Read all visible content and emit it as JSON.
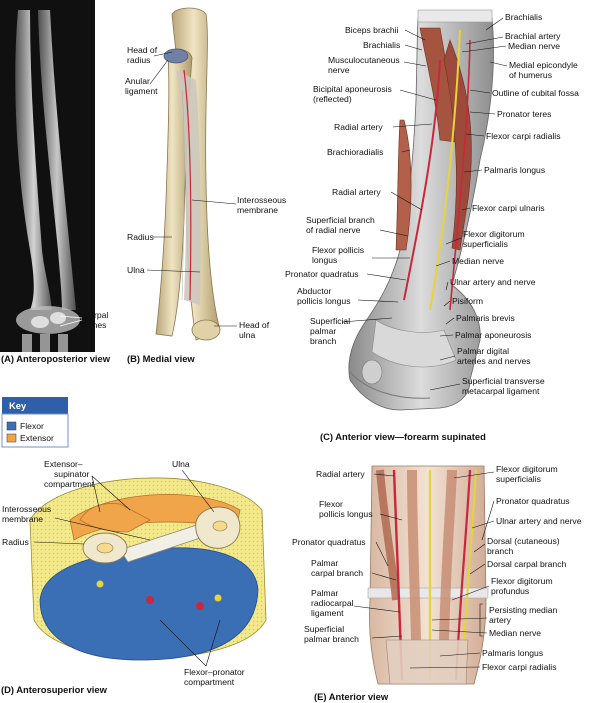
{
  "panels": {
    "a": {
      "caption": "(A) Anteroposterior view",
      "labels": {
        "carpal_bones": [
          "Carpal",
          "bones"
        ]
      }
    },
    "b": {
      "caption": "(B) Medial view",
      "labels": {
        "head_of_radius": [
          "Head of",
          "radius"
        ],
        "anular_ligament": [
          "Anular",
          "ligament"
        ],
        "interosseous_membrane": [
          "Interosseous",
          "membrane"
        ],
        "radius": "Radius",
        "ulna": "Ulna",
        "head_of_ulna": [
          "Head of",
          "ulna"
        ]
      }
    },
    "c": {
      "caption": "(C) Anterior view—forearm supinated",
      "labels": {
        "biceps_brachii": "Biceps brachii",
        "brachialis_left": "Brachialis",
        "musculocutaneous_nerve": [
          "Musculocutaneous",
          "nerve"
        ],
        "bicipital_aponeurosis": [
          "Bicipital aponeurosis",
          "(reflected)"
        ],
        "radial_artery_upper": "Radial artery",
        "brachioradialis": "Brachioradialis",
        "radial_artery_lower": "Radial artery",
        "superficial_branch_radial_nerve": [
          "Superficial branch",
          "of radial nerve"
        ],
        "flexor_pollicis_longus": [
          "Flexor pollicis",
          "longus"
        ],
        "pronator_quadratus": "Pronator quadratus",
        "abductor_pollicis_longus": [
          "Abductor",
          "pollicis longus"
        ],
        "superficial_palmar_branch": [
          "Superficial",
          "palmar",
          "branch"
        ],
        "brachialis_right": "Brachialis",
        "brachial_artery_median_nerve": [
          "Brachial artery",
          "Median nerve"
        ],
        "medial_epicondyle": [
          "Medial epicondyle",
          "of humerus"
        ],
        "outline_cubital_fossa": "Outline of cubital fossa",
        "pronator_teres": "Pronator teres",
        "flexor_carpi_radialis": "Flexor carpi radialis",
        "palmaris_longus": "Palmaris longus",
        "flexor_carpi_ulnaris": "Flexor carpi ulnaris",
        "flexor_digitorum_superficialis": [
          "Flexor digitorum",
          "superficialis"
        ],
        "median_nerve": "Median nerve",
        "ulnar_artery_nerve": "Ulnar artery and nerve",
        "pisiform": "Pisiform",
        "palmaris_brevis": "Palmaris brevis",
        "palmar_aponeurosis": "Palmar aponeurosis",
        "palmar_digital": [
          "Palmar digital",
          "arteries and nerves"
        ],
        "superficial_transverse_metacarpal": [
          "Superficial transverse",
          "metacarpal ligament"
        ]
      }
    },
    "key": {
      "title": "Key",
      "items": [
        {
          "label": "Flexor",
          "color": "#3a6fb6"
        },
        {
          "label": "Extensor",
          "color": "#f0a54a"
        }
      ]
    },
    "d": {
      "caption": "(D) Anterosuperior view",
      "labels": {
        "extensor_supinator": [
          "Extensor–",
          "supinator",
          "compartment"
        ],
        "interosseous_membrane": [
          "Interosseous",
          "membrane"
        ],
        "radius": "Radius",
        "ulna": "Ulna",
        "flexor_pronator": [
          "Flexor–pronator",
          "compartment"
        ]
      }
    },
    "e": {
      "caption": "(E) Anterior view",
      "labels": {
        "radial_artery": "Radial artery",
        "flexor_pollicis_longus": [
          "Flexor",
          "pollicis longus"
        ],
        "pronator_quadratus_left": "Pronator quadratus",
        "palmar_carpal_branch": [
          "Palmar",
          "carpal branch"
        ],
        "palmar_radiocarpal_ligament": [
          "Palmar",
          "radiocarpal",
          "ligament"
        ],
        "superficial_palmar_branch": [
          "Superficial",
          "palmar branch"
        ],
        "flexor_digitorum_superficialis": [
          "Flexor digitorum",
          "superficialis"
        ],
        "pronator_quadratus_right": "Pronator quadratus",
        "ulnar_artery_nerve": "Ulnar artery and nerve",
        "dorsal_cutaneous_branch": [
          "Dorsal (cutaneous)",
          "branch"
        ],
        "dorsal_carpal_branch": "Dorsal carpal branch",
        "flexor_digitorum_profundus": [
          "Flexor digitorum",
          "profundus"
        ],
        "persisting_median_artery": [
          "Persisting median",
          "artery"
        ],
        "median_nerve": "Median nerve",
        "palmaris_longus": "Palmaris longus",
        "flexor_carpi_radialis": "Flexor carpi radialis"
      }
    }
  },
  "colors": {
    "key_header": "#2f5fa8",
    "key_border": "#6f93c8",
    "flexor": "#3a6fb6",
    "extensor": "#f0a54a",
    "bone": "#e8ddb4",
    "muscle": "#9d4a3c",
    "artery": "#c8283a"
  }
}
